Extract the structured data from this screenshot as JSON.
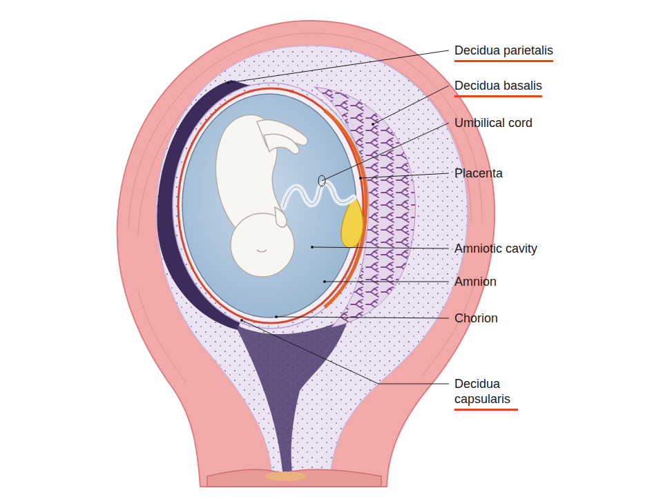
{
  "diagram": {
    "labels": [
      "Decidua parietalis",
      "Decidua basalis",
      "Umbilical cord",
      "Placenta",
      "Amniotic cavity",
      "Amnion",
      "Chorion",
      "Decidua capsularis"
    ]
  }
}
